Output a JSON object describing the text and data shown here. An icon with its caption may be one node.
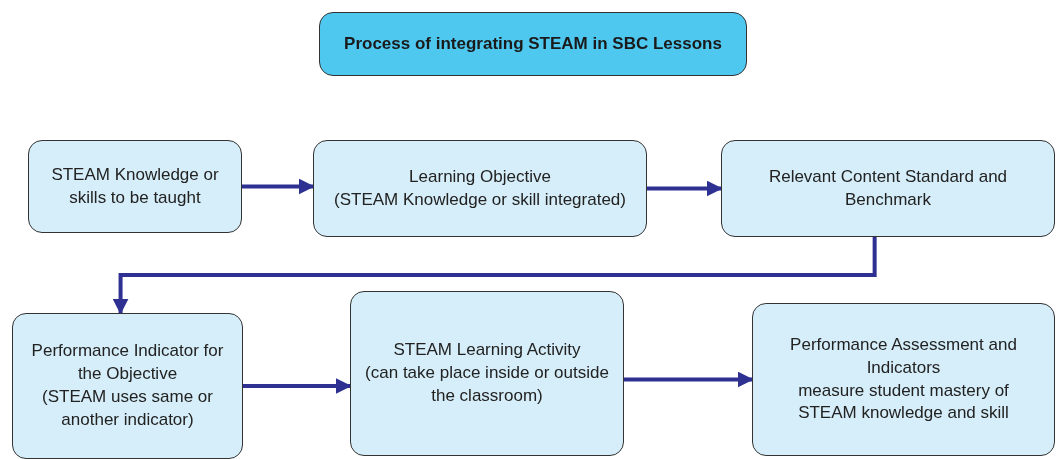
{
  "diagram": {
    "title": "Process of integrating STEAM in SBC Lessons",
    "nodes": [
      {
        "text": [
          "STEAM Knowledge or skills to be taught"
        ]
      },
      {
        "text": [
          "Learning Objective",
          "(STEAM Knowledge or skill integrated)"
        ]
      },
      {
        "text": [
          "Relevant Content Standard and Benchmark"
        ]
      },
      {
        "text": [
          "Performance Indicator for the Objective",
          "(STEAM uses same or another indicator)"
        ]
      },
      {
        "text": [
          "STEAM Learning Activity",
          "(can take place inside or outside the classroom)"
        ]
      },
      {
        "text": [
          "Performance Assessment and Indicators",
          "measure student mastery of STEAM knowledge and skill"
        ]
      }
    ],
    "edges": [
      {
        "from": 0,
        "to": 1,
        "arrow": "to"
      },
      {
        "from": 1,
        "to": 2,
        "arrow": "to"
      },
      {
        "from": 2,
        "to": 3,
        "arrow": "to"
      },
      {
        "from": 3,
        "to": 4,
        "arrow": "to"
      },
      {
        "from": 4,
        "to": 5,
        "arrow": "to"
      }
    ]
  }
}
